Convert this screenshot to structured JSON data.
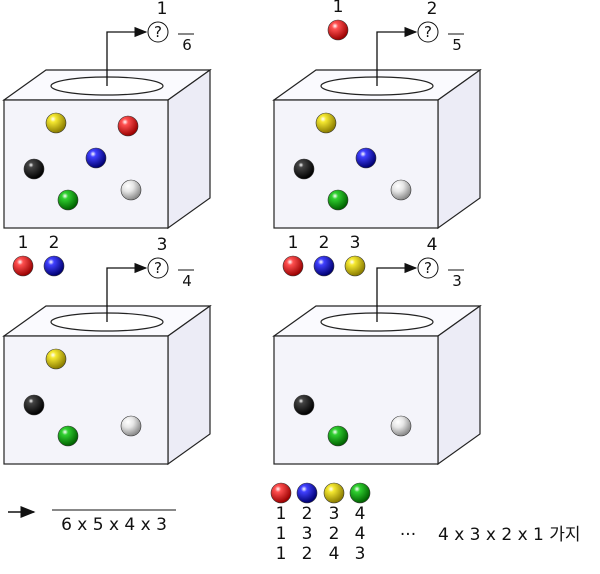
{
  "colors": {
    "red": "#e00000",
    "blue": "#1010c8",
    "yellow": "#e8d800",
    "green": "#10b010",
    "black": "#111111",
    "white": "#d8d8d8",
    "box_face": "#f4f4fa",
    "box_edge": "#222222"
  },
  "boxes": [
    {
      "label": "box-1",
      "draw_number": "1",
      "denominator": "6",
      "picked_labels": [],
      "picked_colors": [],
      "balls_inside": [
        "yellow",
        "red",
        "black",
        "blue",
        "green",
        "white"
      ]
    },
    {
      "label": "box-2",
      "draw_number": "2",
      "denominator": "5",
      "picked_labels": [
        "1"
      ],
      "picked_colors": [
        "red"
      ],
      "balls_inside": [
        "yellow",
        "black",
        "blue",
        "green",
        "white"
      ]
    },
    {
      "label": "box-3",
      "draw_number": "3",
      "denominator": "4",
      "picked_labels": [
        "1",
        "2"
      ],
      "picked_colors": [
        "red",
        "blue"
      ],
      "balls_inside": [
        "yellow",
        "black",
        "green",
        "white"
      ]
    },
    {
      "label": "box-4",
      "draw_number": "4",
      "denominator": "3",
      "picked_labels": [
        "1",
        "2",
        "3"
      ],
      "picked_colors": [
        "red",
        "blue",
        "yellow"
      ],
      "balls_inside": [
        "black",
        "green",
        "white"
      ]
    }
  ],
  "question_mark": "?",
  "total_formula": "6 x 5 x 4 x 3",
  "arrangement": {
    "colors": [
      "red",
      "blue",
      "yellow",
      "green"
    ],
    "rows": [
      [
        "1",
        "2",
        "3",
        "4"
      ],
      [
        "1",
        "3",
        "2",
        "4"
      ],
      [
        "1",
        "2",
        "4",
        "3"
      ]
    ],
    "ellipsis": "···",
    "count_formula": "4 x 3 x 2 x 1 가지"
  }
}
